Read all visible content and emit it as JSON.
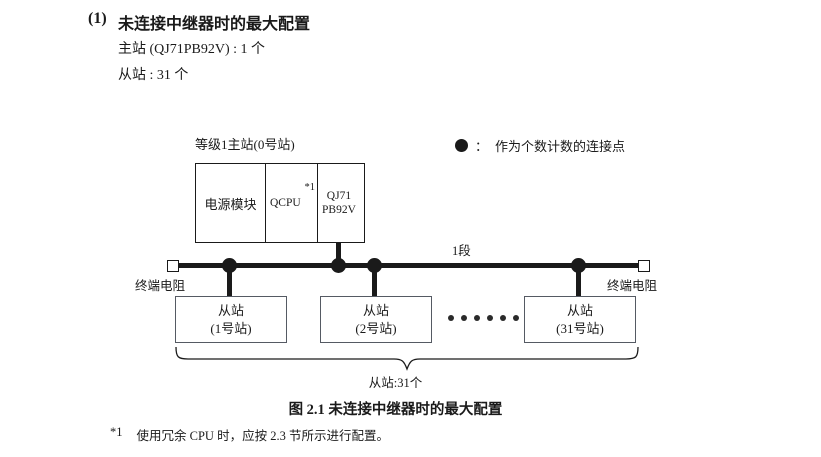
{
  "heading": {
    "number": "(1)",
    "title": "未连接中继器时的最大配置",
    "specs": [
      "主站 (QJ71PB92V) : 1 个",
      "从站 : 31 个"
    ]
  },
  "legend": {
    "symbol": "●",
    "colon": "：",
    "text": "作为个数计数的连接点"
  },
  "diagram": {
    "master": {
      "label": "等级1主站(0号站)",
      "cells": {
        "power": "电源模块",
        "cpu": "QCPU",
        "cpu_footnote": "*1",
        "network_line1": "QJ71",
        "network_line2": "PB92V"
      }
    },
    "segment_label": "1段",
    "terminators": {
      "left": "终端电阻",
      "right": "终端电阻"
    },
    "slaves": [
      {
        "name": "从站",
        "station": "(1号站)"
      },
      {
        "name": "从站",
        "station": "(2号站)"
      },
      {
        "name": "从站",
        "station": "(31号站)"
      }
    ],
    "ellipsis_count": 6,
    "brace_label": "从站:31个"
  },
  "figure_caption": "图 2.1  未连接中继器时的最大配置",
  "footnote": {
    "marker": "*1",
    "text": "使用冗余 CPU 时，应按 2.3 节所示进行配置。"
  },
  "colors": {
    "ink": "#1a1a1a",
    "box_border": "#555a63",
    "page_background": "#ffffff"
  }
}
